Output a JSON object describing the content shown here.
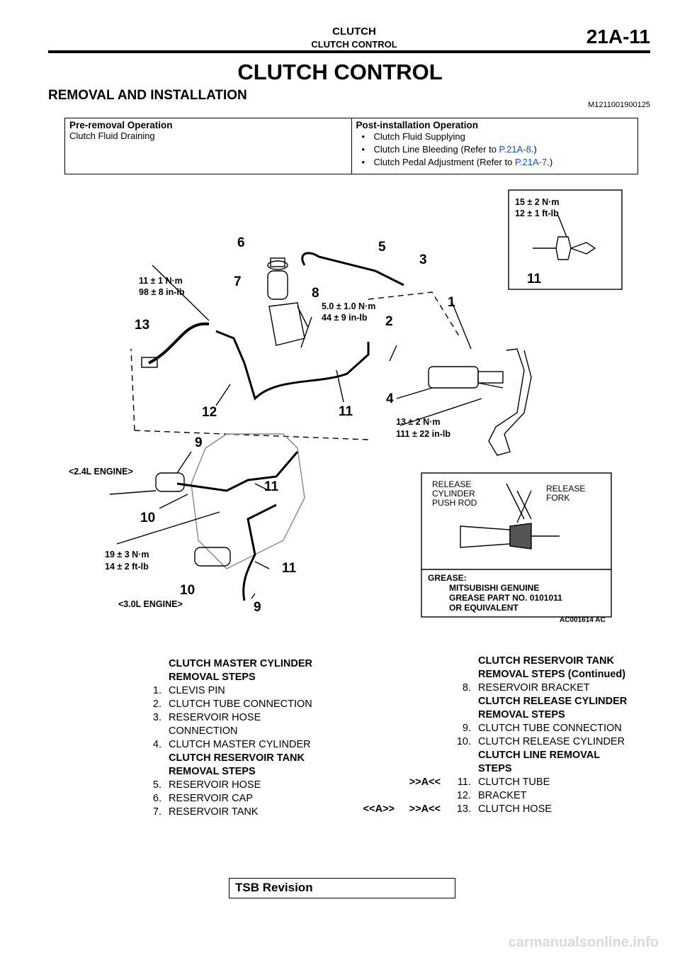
{
  "header": {
    "section": "CLUTCH",
    "subsection": "CLUTCH CONTROL",
    "page": "21A-11"
  },
  "title": "CLUTCH CONTROL",
  "section_title": "REMOVAL AND INSTALLATION",
  "section_code": "M1211001900125",
  "operations": {
    "pre_heading": "Pre-removal Operation",
    "pre_items": [
      "Clutch Fluid Draining"
    ],
    "post_heading": "Post-installation Operation",
    "post_items": [
      {
        "text": "Clutch Fluid Supplying",
        "link": "",
        "tail": ""
      },
      {
        "text": "Clutch Line Bleeding (Refer to ",
        "link": "P.21A-8",
        "tail": ".)"
      },
      {
        "text": "Clutch Pedal Adjustment (Refer to ",
        "link": "P.21A-7",
        "tail": ".)"
      }
    ]
  },
  "figure": {
    "torques": {
      "t15": [
        "15 ± 2 N·m",
        "12 ± 1 ft-lb"
      ],
      "t11": [
        "11 ± 1 N·m",
        "98 ± 8 in-lb"
      ],
      "t5": [
        "5.0 ± 1.0 N·m",
        "44 ± 9 in-lb"
      ],
      "t13": [
        "13 ± 2 N·m",
        "111 ± 22 in-lb"
      ],
      "t19": [
        "19 ± 3 N·m",
        "14 ± 2 ft-lb"
      ]
    },
    "callouts": [
      "1",
      "2",
      "3",
      "4",
      "5",
      "6",
      "7",
      "8",
      "9",
      "9",
      "10",
      "10",
      "11",
      "11",
      "11",
      "11",
      "12",
      "13"
    ],
    "engine_24": "<2.4L ENGINE>",
    "engine_30": "<3.0L ENGINE>",
    "inset": {
      "push_rod": [
        "RELEASE",
        "CYLINDER",
        "PUSH ROD"
      ],
      "fork": [
        "RELEASE",
        "FORK"
      ],
      "grease_label": "GREASE:",
      "grease_lines": [
        "MITSUBISHI GENUINE",
        "GREASE PART NO. 0101011",
        "OR EQUIVALENT"
      ]
    },
    "figure_id": "AC001614 AC"
  },
  "left_steps": {
    "heading1": [
      "CLUTCH MASTER CYLINDER",
      "REMOVAL STEPS"
    ],
    "items1": [
      {
        "num": "1.",
        "text": [
          "CLEVIS PIN"
        ]
      },
      {
        "num": "2.",
        "text": [
          "CLUTCH TUBE CONNECTION"
        ]
      },
      {
        "num": "3.",
        "text": [
          "RESERVOIR HOSE",
          "CONNECTION"
        ]
      },
      {
        "num": "4.",
        "text": [
          "CLUTCH MASTER CYLINDER"
        ]
      }
    ],
    "heading2": [
      "CLUTCH RESERVOIR TANK",
      "REMOVAL STEPS"
    ],
    "items2": [
      {
        "num": "5.",
        "text": [
          "RESERVOIR HOSE"
        ]
      },
      {
        "num": "6.",
        "text": [
          "RESERVOIR CAP"
        ]
      },
      {
        "num": "7.",
        "text": [
          "RESERVOIR TANK"
        ]
      }
    ]
  },
  "right_steps": {
    "heading1": [
      "CLUTCH RESERVOIR TANK",
      "REMOVAL STEPS (Continued)"
    ],
    "item8": {
      "num": "8.",
      "text": "RESERVOIR BRACKET"
    },
    "heading2": [
      "CLUTCH RELEASE CYLINDER",
      "REMOVAL STEPS"
    ],
    "item9": {
      "num": "9.",
      "text": "CLUTCH TUBE CONNECTION"
    },
    "item10": {
      "num": "10.",
      "text": "CLUTCH RELEASE CYLINDER"
    },
    "heading3": [
      "CLUTCH LINE REMOVAL",
      "STEPS"
    ],
    "item11": {
      "mark": ">>A<<",
      "num": "11.",
      "text": "CLUTCH TUBE"
    },
    "item12": {
      "num": "12.",
      "text": "BRACKET"
    },
    "item13": {
      "mark_a": "<<A>>",
      "mark_b": ">>A<<",
      "num": "13.",
      "text": "CLUTCH HOSE"
    }
  },
  "footer": {
    "tsb": "TSB Revision"
  },
  "watermark": "carmanualsonline.info"
}
